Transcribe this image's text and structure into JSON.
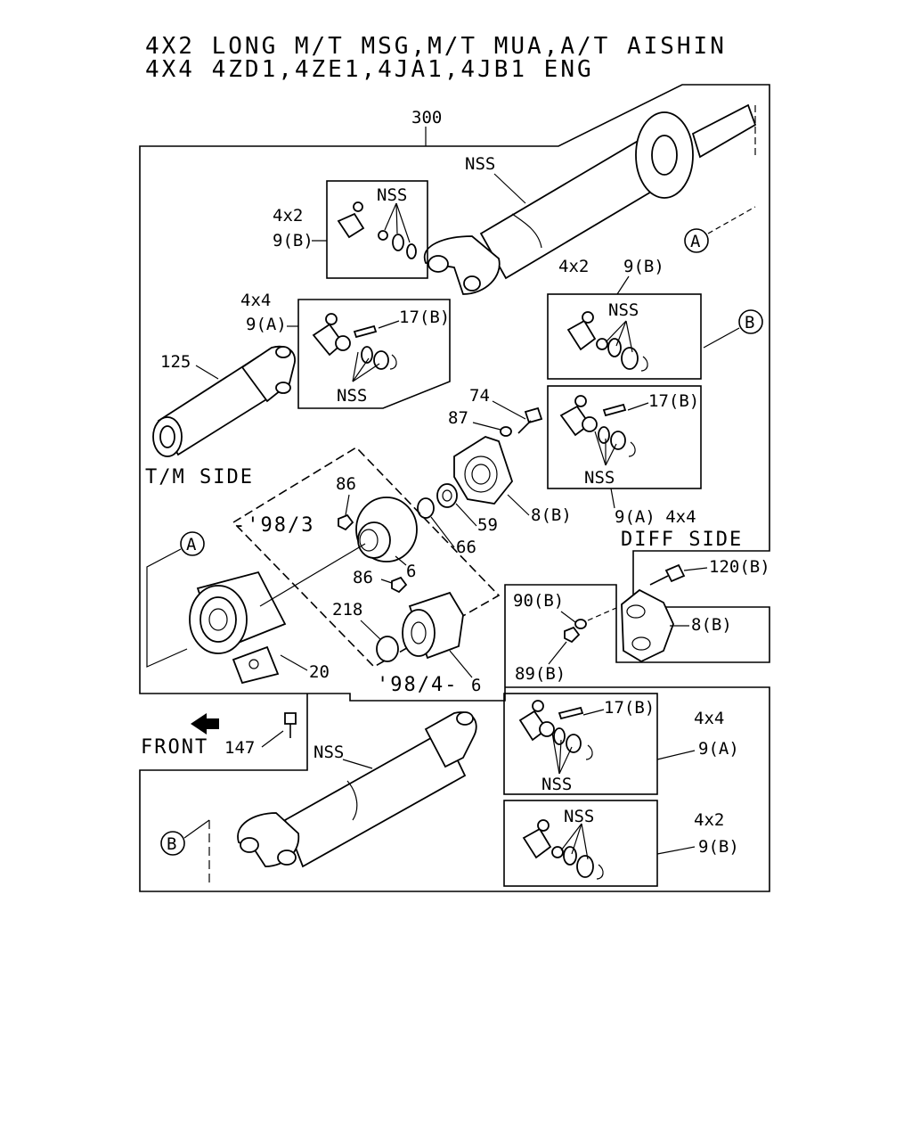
{
  "header": {
    "line1": "4X2 LONG M/T MSG,M/T MUA,A/T AISHIN",
    "line2": "4X4 4ZD1,4ZE1,4JA1,4JB1 ENG"
  },
  "labels": {
    "assembly_300": "300",
    "nss": "NSS",
    "x2": "4x2",
    "x4": "4x4",
    "p9b": "9(B)",
    "p9a": "9(A)",
    "p17b": "17(B)",
    "p125": "125",
    "p74": "74",
    "p87": "87",
    "p86": "86",
    "p59": "59",
    "p66": "66",
    "p6": "6",
    "p8b": "8(B)",
    "p218": "218",
    "p20": "20",
    "p120b": "120(B)",
    "p90b": "90(B)",
    "p89b": "89(B)",
    "p147": "147",
    "p9a_4x4": "9(A) 4x4",
    "callout_a": "A",
    "callout_b": "B",
    "tm_side": "T/M SIDE",
    "diff_side": "DIFF SIDE",
    "front": "FRONT",
    "date_before": "-'98/3",
    "date_after": "'98/4-"
  }
}
